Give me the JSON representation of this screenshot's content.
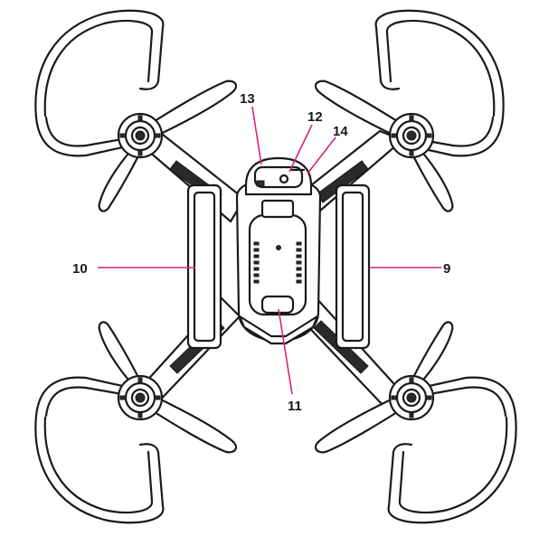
{
  "callout_color": "#d6247a",
  "callouts": [
    {
      "id": "9",
      "label": "9"
    },
    {
      "id": "10",
      "label": "10"
    },
    {
      "id": "11",
      "label": "11"
    },
    {
      "id": "12",
      "label": "12"
    },
    {
      "id": "13",
      "label": "13"
    },
    {
      "id": "14",
      "label": "14"
    }
  ],
  "icons": [
    "drone-top-view",
    "propeller",
    "propeller-guard",
    "battery",
    "camera-head"
  ]
}
